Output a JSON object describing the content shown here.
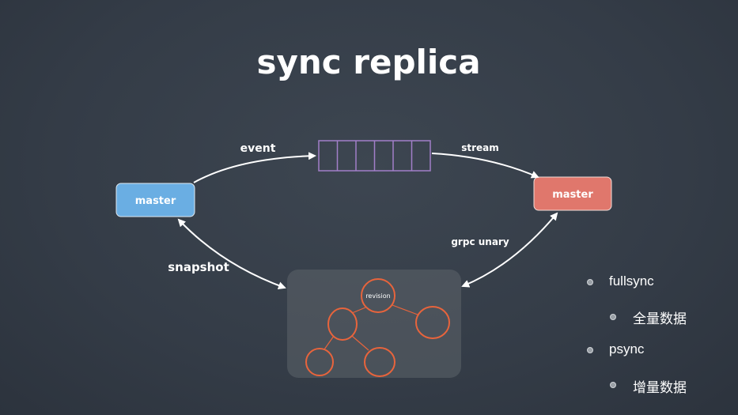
{
  "title": "sync replica",
  "diagram": {
    "left_node": "master",
    "right_node": "master",
    "queue_cells": 6,
    "edges": {
      "event": "event",
      "stream": "stream",
      "snapshot": "snapshot",
      "grpc_unary": "grpc unary"
    },
    "tree_root": "revision"
  },
  "bullets": [
    {
      "text": "fullsync",
      "level": 1
    },
    {
      "text": "全量数据",
      "level": 2
    },
    {
      "text": "psync",
      "level": 1
    },
    {
      "text": "增量数据",
      "level": 2
    }
  ],
  "colors": {
    "left_master": "#6aaee3",
    "right_master": "#e0776c",
    "queue": "#a27fc9",
    "tree": "#e8643c"
  }
}
